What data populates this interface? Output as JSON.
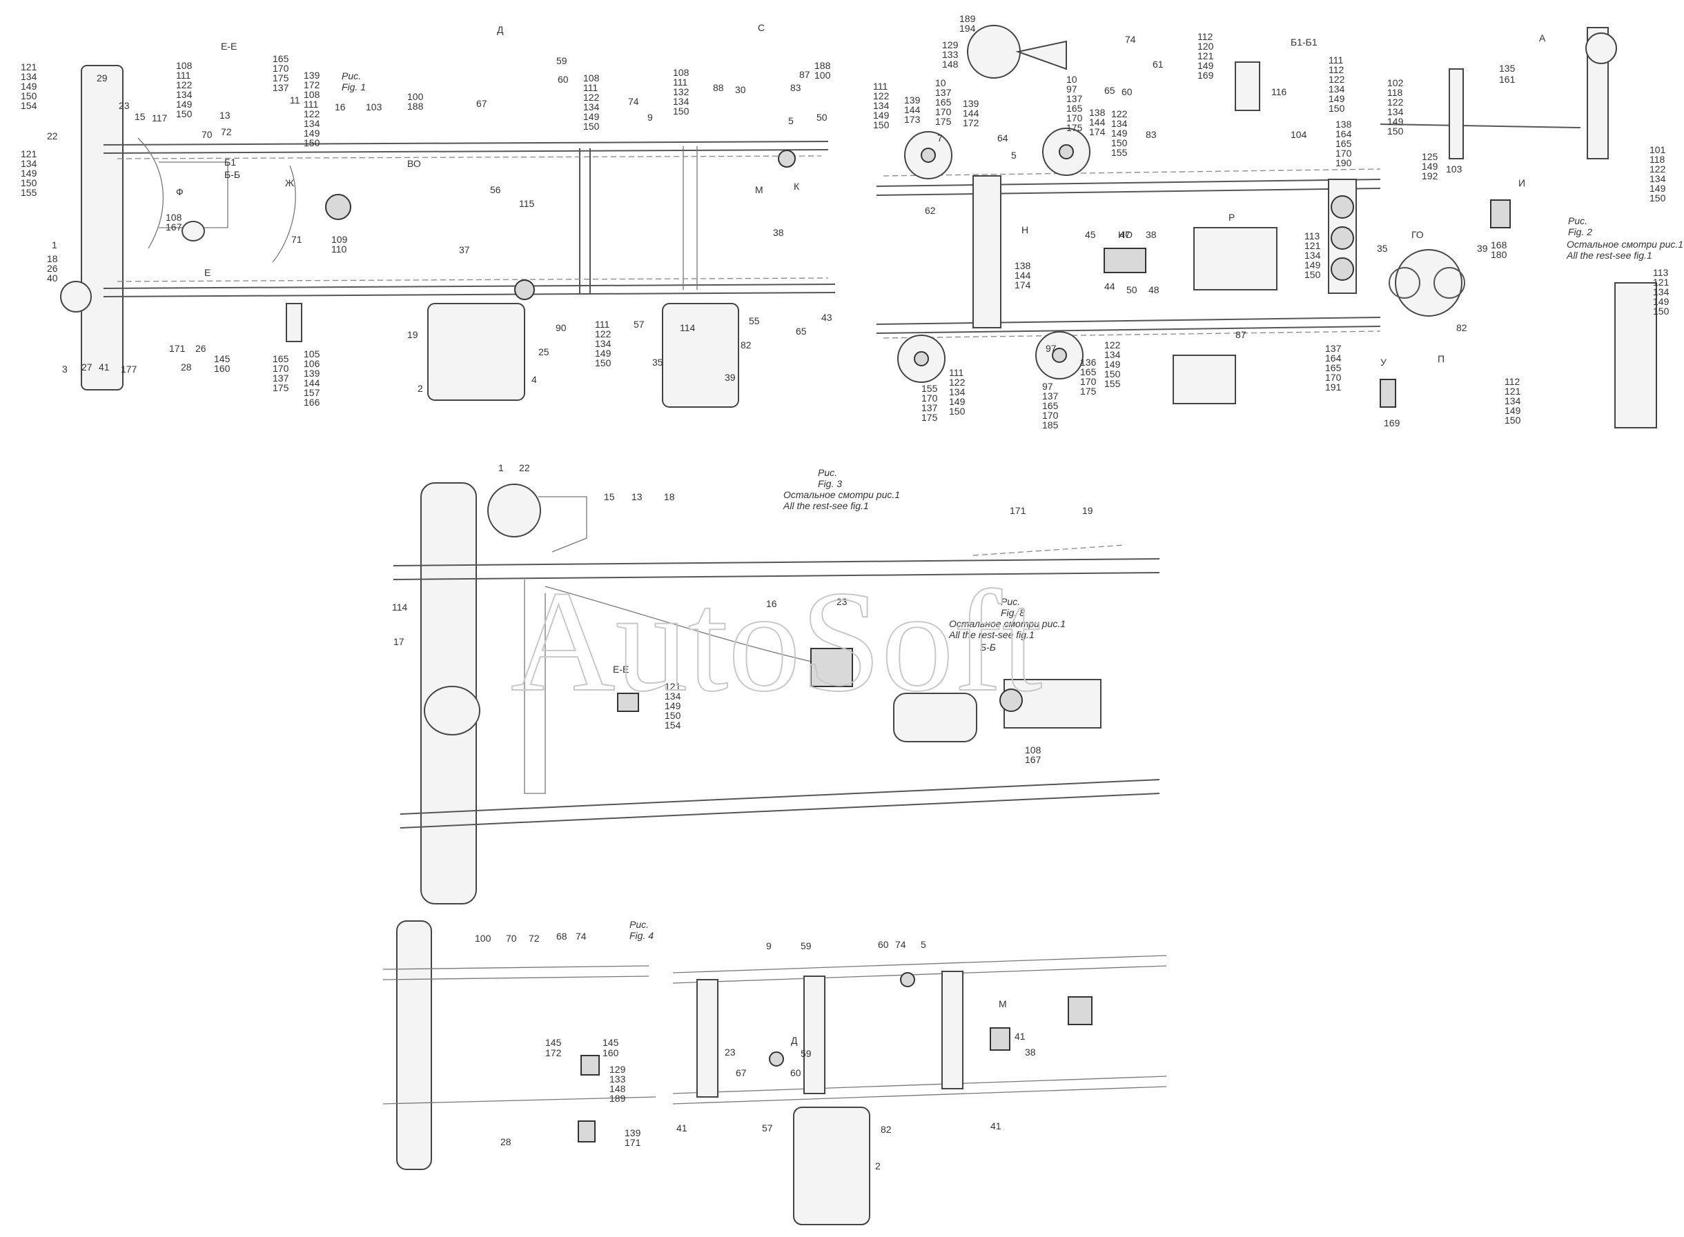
{
  "watermark": "AutoSoft",
  "captions": {
    "fig1": [
      "Рис.",
      "Fig. 1"
    ],
    "fig2": [
      "Рис.",
      "Fig. 2",
      "Остальное смотри рис.1",
      "All the rest-see fig.1"
    ],
    "fig3": [
      "Рис.",
      "Fig. 3",
      "Остальное смотри рис.1",
      "All the rest-see fig.1"
    ],
    "fig8": [
      "Рис.",
      "Fig. 8",
      "Остальное смотри рис.1",
      "All the rest-see fig.1",
      "Б-Б"
    ],
    "fig4": [
      "Рис.",
      "Fig. 4"
    ]
  },
  "views": [
    "Е-Е",
    "ВО",
    "Д",
    "С",
    "К",
    "М",
    "Ж",
    "Ф",
    "Б1-Б1",
    "А",
    "И",
    "НО",
    "Р",
    "ГО",
    "У",
    "П",
    "Н",
    "Б1",
    "Б-Б",
    "Е"
  ],
  "callouts_fig1": [
    {
      "lines": [
        "121",
        "134",
        "149",
        "150",
        "154"
      ]
    },
    {
      "lines": [
        "121",
        "134",
        "149",
        "150",
        "155"
      ]
    },
    {
      "lines": [
        "108",
        "111",
        "122",
        "134",
        "149",
        "150"
      ]
    },
    {
      "lines": [
        "100",
        "188"
      ]
    },
    {
      "lines": [
        "165",
        "170",
        "175",
        "137"
      ]
    },
    {
      "lines": [
        "139",
        "172",
        "108",
        "111",
        "122",
        "134",
        "149",
        "150"
      ]
    },
    {
      "lines": [
        "108",
        "111",
        "122",
        "134",
        "149",
        "150"
      ]
    },
    {
      "lines": [
        "108",
        "111",
        "132",
        "134",
        "150"
      ]
    },
    {
      "lines": [
        "111",
        "122",
        "134",
        "149",
        "150"
      ]
    },
    {
      "lines": [
        "165",
        "170",
        "137",
        "175"
      ]
    },
    {
      "lines": [
        "105",
        "106",
        "139",
        "144",
        "157",
        "166"
      ]
    },
    {
      "lines": [
        "109",
        "110"
      ]
    },
    {
      "lines": [
        "145",
        "160"
      ]
    },
    {
      "lines": [
        "108",
        "167"
      ]
    },
    {
      "lines": [
        "188",
        "100"
      ]
    },
    {
      "lines": [
        "103"
      ]
    },
    {
      "lines": [
        "74"
      ]
    },
    {
      "lines": [
        "67"
      ]
    },
    {
      "lines": [
        "29"
      ]
    },
    {
      "lines": [
        "23"
      ]
    },
    {
      "lines": [
        "22"
      ]
    },
    {
      "lines": [
        "18"
      ]
    },
    {
      "lines": [
        "26"
      ]
    },
    {
      "lines": [
        "40"
      ]
    },
    {
      "lines": [
        "3"
      ]
    },
    {
      "lines": [
        "27"
      ]
    },
    {
      "lines": [
        "41"
      ]
    },
    {
      "lines": [
        "177"
      ]
    },
    {
      "lines": [
        "171"
      ]
    },
    {
      "lines": [
        "28"
      ]
    },
    {
      "lines": [
        "26"
      ]
    },
    {
      "lines": [
        "19"
      ]
    },
    {
      "lines": [
        "2"
      ]
    },
    {
      "lines": [
        "4"
      ]
    },
    {
      "lines": [
        "25"
      ]
    },
    {
      "lines": [
        "90"
      ]
    },
    {
      "lines": [
        "35"
      ]
    },
    {
      "lines": [
        "39"
      ]
    },
    {
      "lines": [
        "82"
      ]
    },
    {
      "lines": [
        "114"
      ]
    },
    {
      "lines": [
        "55"
      ]
    },
    {
      "lines": [
        "65"
      ]
    },
    {
      "lines": [
        "43"
      ]
    },
    {
      "lines": [
        "38"
      ]
    },
    {
      "lines": [
        "57"
      ]
    },
    {
      "lines": [
        "37"
      ]
    },
    {
      "lines": [
        "115"
      ]
    },
    {
      "lines": [
        "56"
      ]
    },
    {
      "lines": [
        "59"
      ]
    },
    {
      "lines": [
        "60"
      ]
    },
    {
      "lines": [
        "9"
      ]
    },
    {
      "lines": [
        "5"
      ]
    },
    {
      "lines": [
        "50"
      ]
    },
    {
      "lines": [
        "83"
      ]
    },
    {
      "lines": [
        "87"
      ]
    },
    {
      "lines": [
        "88"
      ]
    },
    {
      "lines": [
        "30"
      ]
    },
    {
      "lines": [
        "16"
      ]
    },
    {
      "lines": [
        "71"
      ]
    },
    {
      "lines": [
        "11"
      ]
    },
    {
      "lines": [
        "70"
      ]
    },
    {
      "lines": [
        "13"
      ]
    },
    {
      "lines": [
        "72"
      ]
    },
    {
      "lines": [
        "15"
      ]
    },
    {
      "lines": [
        "117"
      ]
    },
    {
      "lines": [
        "1"
      ]
    }
  ],
  "callouts_right": [
    {
      "lines": [
        "189",
        "194"
      ]
    },
    {
      "lines": [
        "129",
        "133",
        "148"
      ]
    },
    {
      "lines": [
        "10",
        "97",
        "137",
        "165",
        "170",
        "175"
      ]
    },
    {
      "lines": [
        "139",
        "144",
        "172"
      ]
    },
    {
      "lines": [
        "139",
        "144",
        "173"
      ]
    },
    {
      "lines": [
        "111",
        "122",
        "134",
        "149",
        "150"
      ]
    },
    {
      "lines": [
        "10",
        "137",
        "165",
        "170",
        "175"
      ]
    },
    {
      "lines": [
        "138",
        "144",
        "174"
      ]
    },
    {
      "lines": [
        "122",
        "134",
        "149",
        "150",
        "155"
      ]
    },
    {
      "lines": [
        "112",
        "120",
        "121",
        "149",
        "169"
      ]
    },
    {
      "lines": [
        "111",
        "112",
        "122",
        "134",
        "149",
        "150"
      ]
    },
    {
      "lines": [
        "102",
        "118",
        "122",
        "134",
        "149",
        "150"
      ]
    },
    {
      "lines": [
        "125",
        "149",
        "192"
      ]
    },
    {
      "lines": [
        "135",
        "161"
      ]
    },
    {
      "lines": [
        "101",
        "118",
        "122",
        "134",
        "149",
        "150"
      ]
    },
    {
      "lines": [
        "138",
        "164",
        "165",
        "170",
        "190"
      ]
    },
    {
      "lines": [
        "113",
        "121",
        "134",
        "149",
        "150"
      ]
    },
    {
      "lines": [
        "137",
        "164",
        "165",
        "170",
        "191"
      ]
    },
    {
      "lines": [
        "168",
        "180"
      ]
    },
    {
      "lines": [
        "113",
        "121",
        "134",
        "149",
        "150"
      ]
    },
    {
      "lines": [
        "112",
        "121",
        "134",
        "149",
        "150"
      ]
    },
    {
      "lines": [
        "155",
        "170",
        "137",
        "175"
      ]
    },
    {
      "lines": [
        "111",
        "122",
        "134",
        "149",
        "150"
      ]
    },
    {
      "lines": [
        "97",
        "137",
        "165",
        "170",
        "185"
      ]
    },
    {
      "lines": [
        "136",
        "165",
        "170",
        "175"
      ]
    },
    {
      "lines": [
        "122",
        "134",
        "149",
        "150",
        "155"
      ]
    },
    {
      "lines": [
        "138",
        "144",
        "174"
      ]
    },
    {
      "lines": [
        "74"
      ]
    },
    {
      "lines": [
        "65"
      ]
    },
    {
      "lines": [
        "60"
      ]
    },
    {
      "lines": [
        "61"
      ]
    },
    {
      "lines": [
        "116"
      ]
    },
    {
      "lines": [
        "83"
      ]
    },
    {
      "lines": [
        "87"
      ]
    },
    {
      "lines": [
        "104"
      ]
    },
    {
      "lines": [
        "103"
      ]
    },
    {
      "lines": [
        "45"
      ]
    },
    {
      "lines": [
        "47"
      ]
    },
    {
      "lines": [
        "38"
      ]
    },
    {
      "lines": [
        "44"
      ]
    },
    {
      "lines": [
        "50"
      ]
    },
    {
      "lines": [
        "48"
      ]
    },
    {
      "lines": [
        "35"
      ]
    },
    {
      "lines": [
        "39"
      ]
    },
    {
      "lines": [
        "82"
      ]
    },
    {
      "lines": [
        "169"
      ]
    },
    {
      "lines": [
        "62"
      ]
    },
    {
      "lines": [
        "64"
      ]
    },
    {
      "lines": [
        "7"
      ]
    },
    {
      "lines": [
        "5"
      ]
    },
    {
      "lines": [
        "97"
      ]
    }
  ],
  "callouts_fig3": [
    "1",
    "22",
    "15",
    "13",
    "18",
    "171",
    "19",
    "23",
    "16",
    "114",
    "17",
    "121",
    "134",
    "149",
    "150",
    "154",
    "108",
    "167"
  ],
  "callouts_fig4": [
    "100",
    "70",
    "72",
    "68",
    "74",
    "9",
    "59",
    "60",
    "74",
    "5",
    "145",
    "172",
    "145",
    "160",
    "129",
    "133",
    "148",
    "189",
    "139",
    "171",
    "28",
    "23",
    "67",
    "60",
    "59",
    "41",
    "57",
    "82",
    "2",
    "41",
    "41",
    "38"
  ]
}
